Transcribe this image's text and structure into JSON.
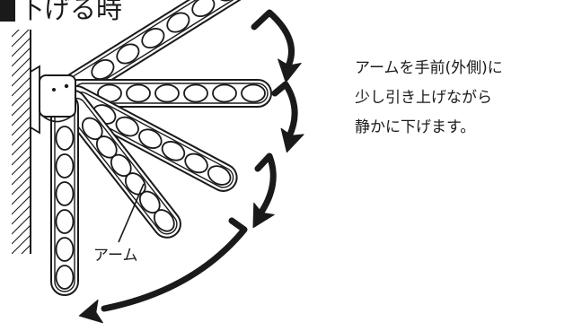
{
  "heading": {
    "text": "下げる時"
  },
  "instruction": {
    "lines": [
      "アームを手前(外側)に",
      "少し引き上げながら",
      "静かに下げます。"
    ]
  },
  "illustration": {
    "arm_label": "アーム",
    "arm_positions": 5,
    "holes_per_arm": 6,
    "motion_arrows": 4,
    "line_color": "#1a1a1a",
    "background_color": "#ffffff"
  }
}
